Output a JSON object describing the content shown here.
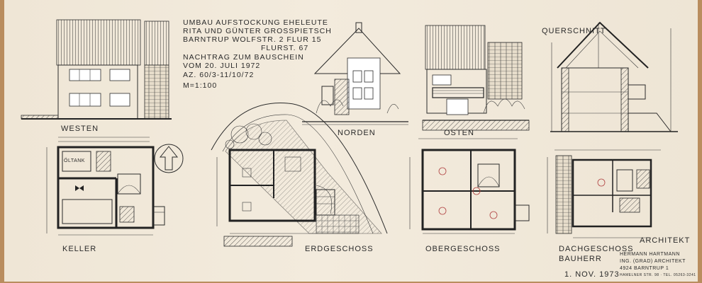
{
  "header": {
    "line1": "UMBAU AUFSTOCKUNG EHELEUTE",
    "line2": "RITA UND GÜNTER GROSSPIETSCH",
    "line3": "BARNTRUP WOLFSTR. 2 FLUR 15",
    "line4": "FLURST. 67",
    "line5": "NACHTRAG ZUM BAUSCHEIN",
    "line6": "VOM 20. JULI 1972",
    "line7": "AZ. 60/3-11/10/72",
    "line8": "M=1:100"
  },
  "views": {
    "westen": "WESTEN",
    "norden": "NORDEN",
    "osten": "OSTEN",
    "querschnitt": "QUERSCHNITT"
  },
  "plans": {
    "keller": "KELLER",
    "erdgeschoss": "ERDGESCHOSS",
    "obergeschoss": "OBERGESCHOSS",
    "dachgeschoss": "DACHGESCHOSS",
    "oeltank": "ÖLTANK"
  },
  "footer": {
    "bauherr": "BAUHERR",
    "date": "1. NOV. 1973",
    "architekt": "ARCHITEKT",
    "name": "HERMANN HARTMANN",
    "title": "ING. (GRAD) ARCHITEKT",
    "city": "4924 BARNTRUP 1",
    "street": "HAMELNER STR. 98 · TEL. 05263-3241"
  },
  "colors": {
    "paper": "#f0e7d8",
    "ink": "#2b2b2b",
    "stamp": "#b04040",
    "background": "#b98d5e"
  }
}
